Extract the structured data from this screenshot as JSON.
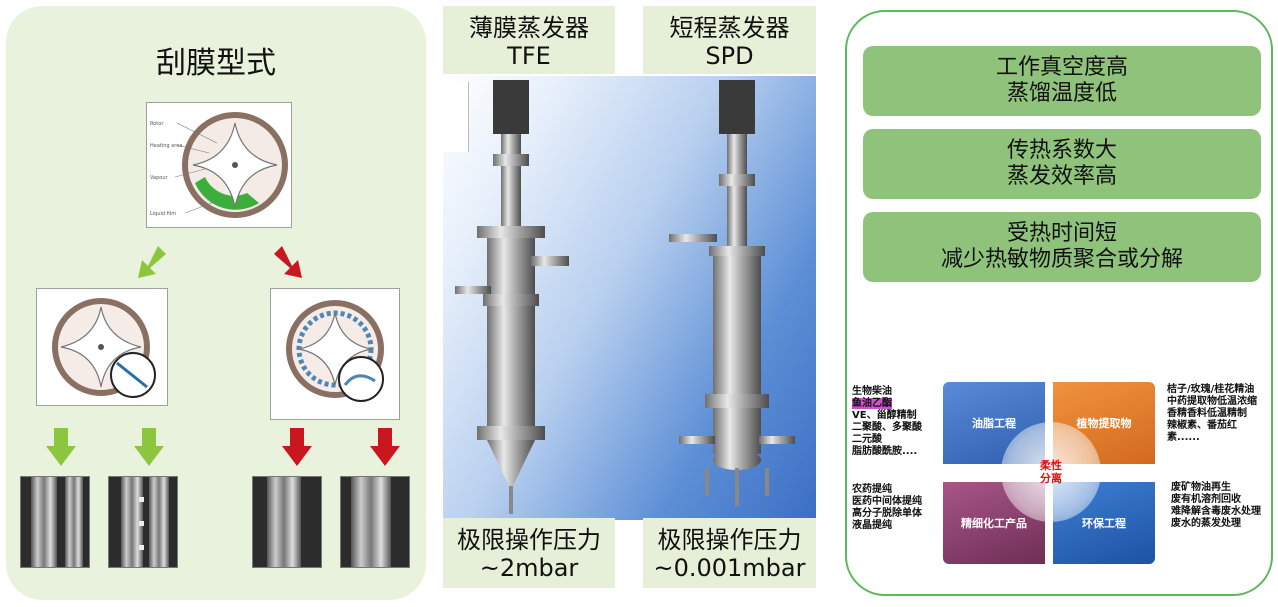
{
  "left": {
    "title": "刮膜型式",
    "diagram_labels": [
      "Rotor",
      "Heating area",
      "Vapour",
      "Liquid film"
    ]
  },
  "middle": {
    "tfe": {
      "title_cn": "薄膜蒸发器",
      "title_en": "TFE",
      "pressure_label": "极限操作压力",
      "pressure_value": "~2mbar"
    },
    "spd": {
      "title_cn": "短程蒸发器",
      "title_en": "SPD",
      "pressure_label": "极限操作压力",
      "pressure_value": "~0.001mbar"
    }
  },
  "right": {
    "features": [
      {
        "line1": "工作真空度高",
        "line2": "蒸馏温度低"
      },
      {
        "line1": "传热系数大",
        "line2": "蒸发效率高"
      },
      {
        "line1": "受热时间短",
        "line2": "减少热敏物质聚合或分解"
      }
    ],
    "quadrants": {
      "top_left": "油脂工程",
      "top_right": "植物提取物",
      "bottom_left": "精细化工产品",
      "bottom_right": "环保工程",
      "center": "柔性分离"
    },
    "apps_top_left": {
      "line1": "生物柴油",
      "highlight": "鱼油乙酯",
      "rest": [
        "VE、甾醇精制",
        "二聚酸、多聚酸",
        "二元酸",
        "脂肪酸酰胺...."
      ]
    },
    "apps_bottom_left": [
      "农药提纯",
      "医药中间体提纯",
      "高分子脱除单体",
      "液晶提纯"
    ],
    "apps_top_right": [
      "桔子/玫瑰/桂花精油",
      "中药提取物低温浓缩",
      "香精香料低温精制",
      "辣椒素、番茄红",
      "素......"
    ],
    "apps_bottom_right": [
      "废矿物油再生",
      "废有机溶剂回收",
      "难降解含毒废水处理",
      "废水的蒸发处理"
    ],
    "colors": {
      "top_left": "#3f6fbf",
      "top_right": "#e2782a",
      "bottom_left": "#8a3f6b",
      "bottom_right": "#2a62b6",
      "feature": "#8fc27a"
    }
  }
}
